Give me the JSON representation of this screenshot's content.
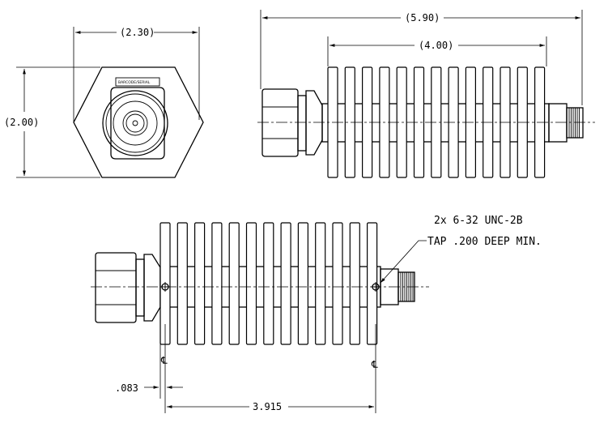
{
  "end_view": {
    "label_text": "BARCODE/SERIAL",
    "width_dim": "(2.30)",
    "height_dim": "(2.00)"
  },
  "top_view": {
    "overall_dim": "(5.90)",
    "fin_span_dim": "(4.00)"
  },
  "bottom_view": {
    "note_line1": "2x 6-32 UNC-2B",
    "note_line2": "TAP .200 DEEP MIN.",
    "offset_dim": ".083",
    "hole_spacing_dim": "3.915",
    "centerline_symbol": "℄"
  }
}
